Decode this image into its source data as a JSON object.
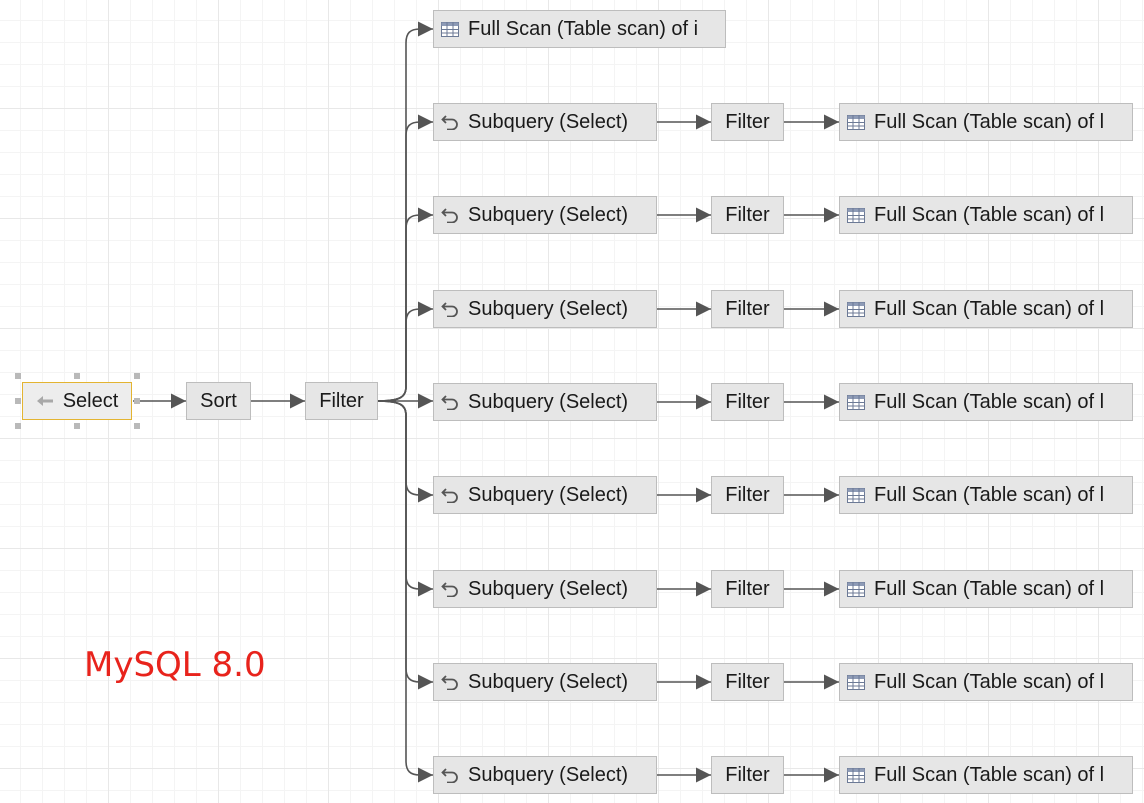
{
  "diagram": {
    "root_nodes": {
      "select": "Select",
      "sort": "Sort",
      "filter": "Filter"
    },
    "top_branch": {
      "label": "Full Scan (Table scan) of i",
      "icon": "table-icon"
    },
    "subquery_branches": [
      {
        "subquery": "Subquery (Select)",
        "filter": "Filter",
        "scan": "Full Scan (Table scan) of l"
      },
      {
        "subquery": "Subquery (Select)",
        "filter": "Filter",
        "scan": "Full Scan (Table scan) of l"
      },
      {
        "subquery": "Subquery (Select)",
        "filter": "Filter",
        "scan": "Full Scan (Table scan) of l"
      },
      {
        "subquery": "Subquery (Select)",
        "filter": "Filter",
        "scan": "Full Scan (Table scan) of l"
      },
      {
        "subquery": "Subquery (Select)",
        "filter": "Filter",
        "scan": "Full Scan (Table scan) of l"
      },
      {
        "subquery": "Subquery (Select)",
        "filter": "Filter",
        "scan": "Full Scan (Table scan) of l"
      },
      {
        "subquery": "Subquery (Select)",
        "filter": "Filter",
        "scan": "Full Scan (Table scan) of l"
      },
      {
        "subquery": "Subquery (Select)",
        "filter": "Filter",
        "scan": "Full Scan (Table scan) of l"
      }
    ],
    "icons": {
      "select": "arrow-left-icon",
      "subquery": "undo-arrow-icon",
      "scan": "table-icon"
    }
  },
  "annotation": {
    "text": "MySQL 8.0",
    "color": "#e8231c"
  },
  "colors": {
    "node_fill": "#e6e6e6",
    "node_border": "#bdbdbd",
    "selected_border": "#e3b431",
    "edge": "#555555"
  }
}
